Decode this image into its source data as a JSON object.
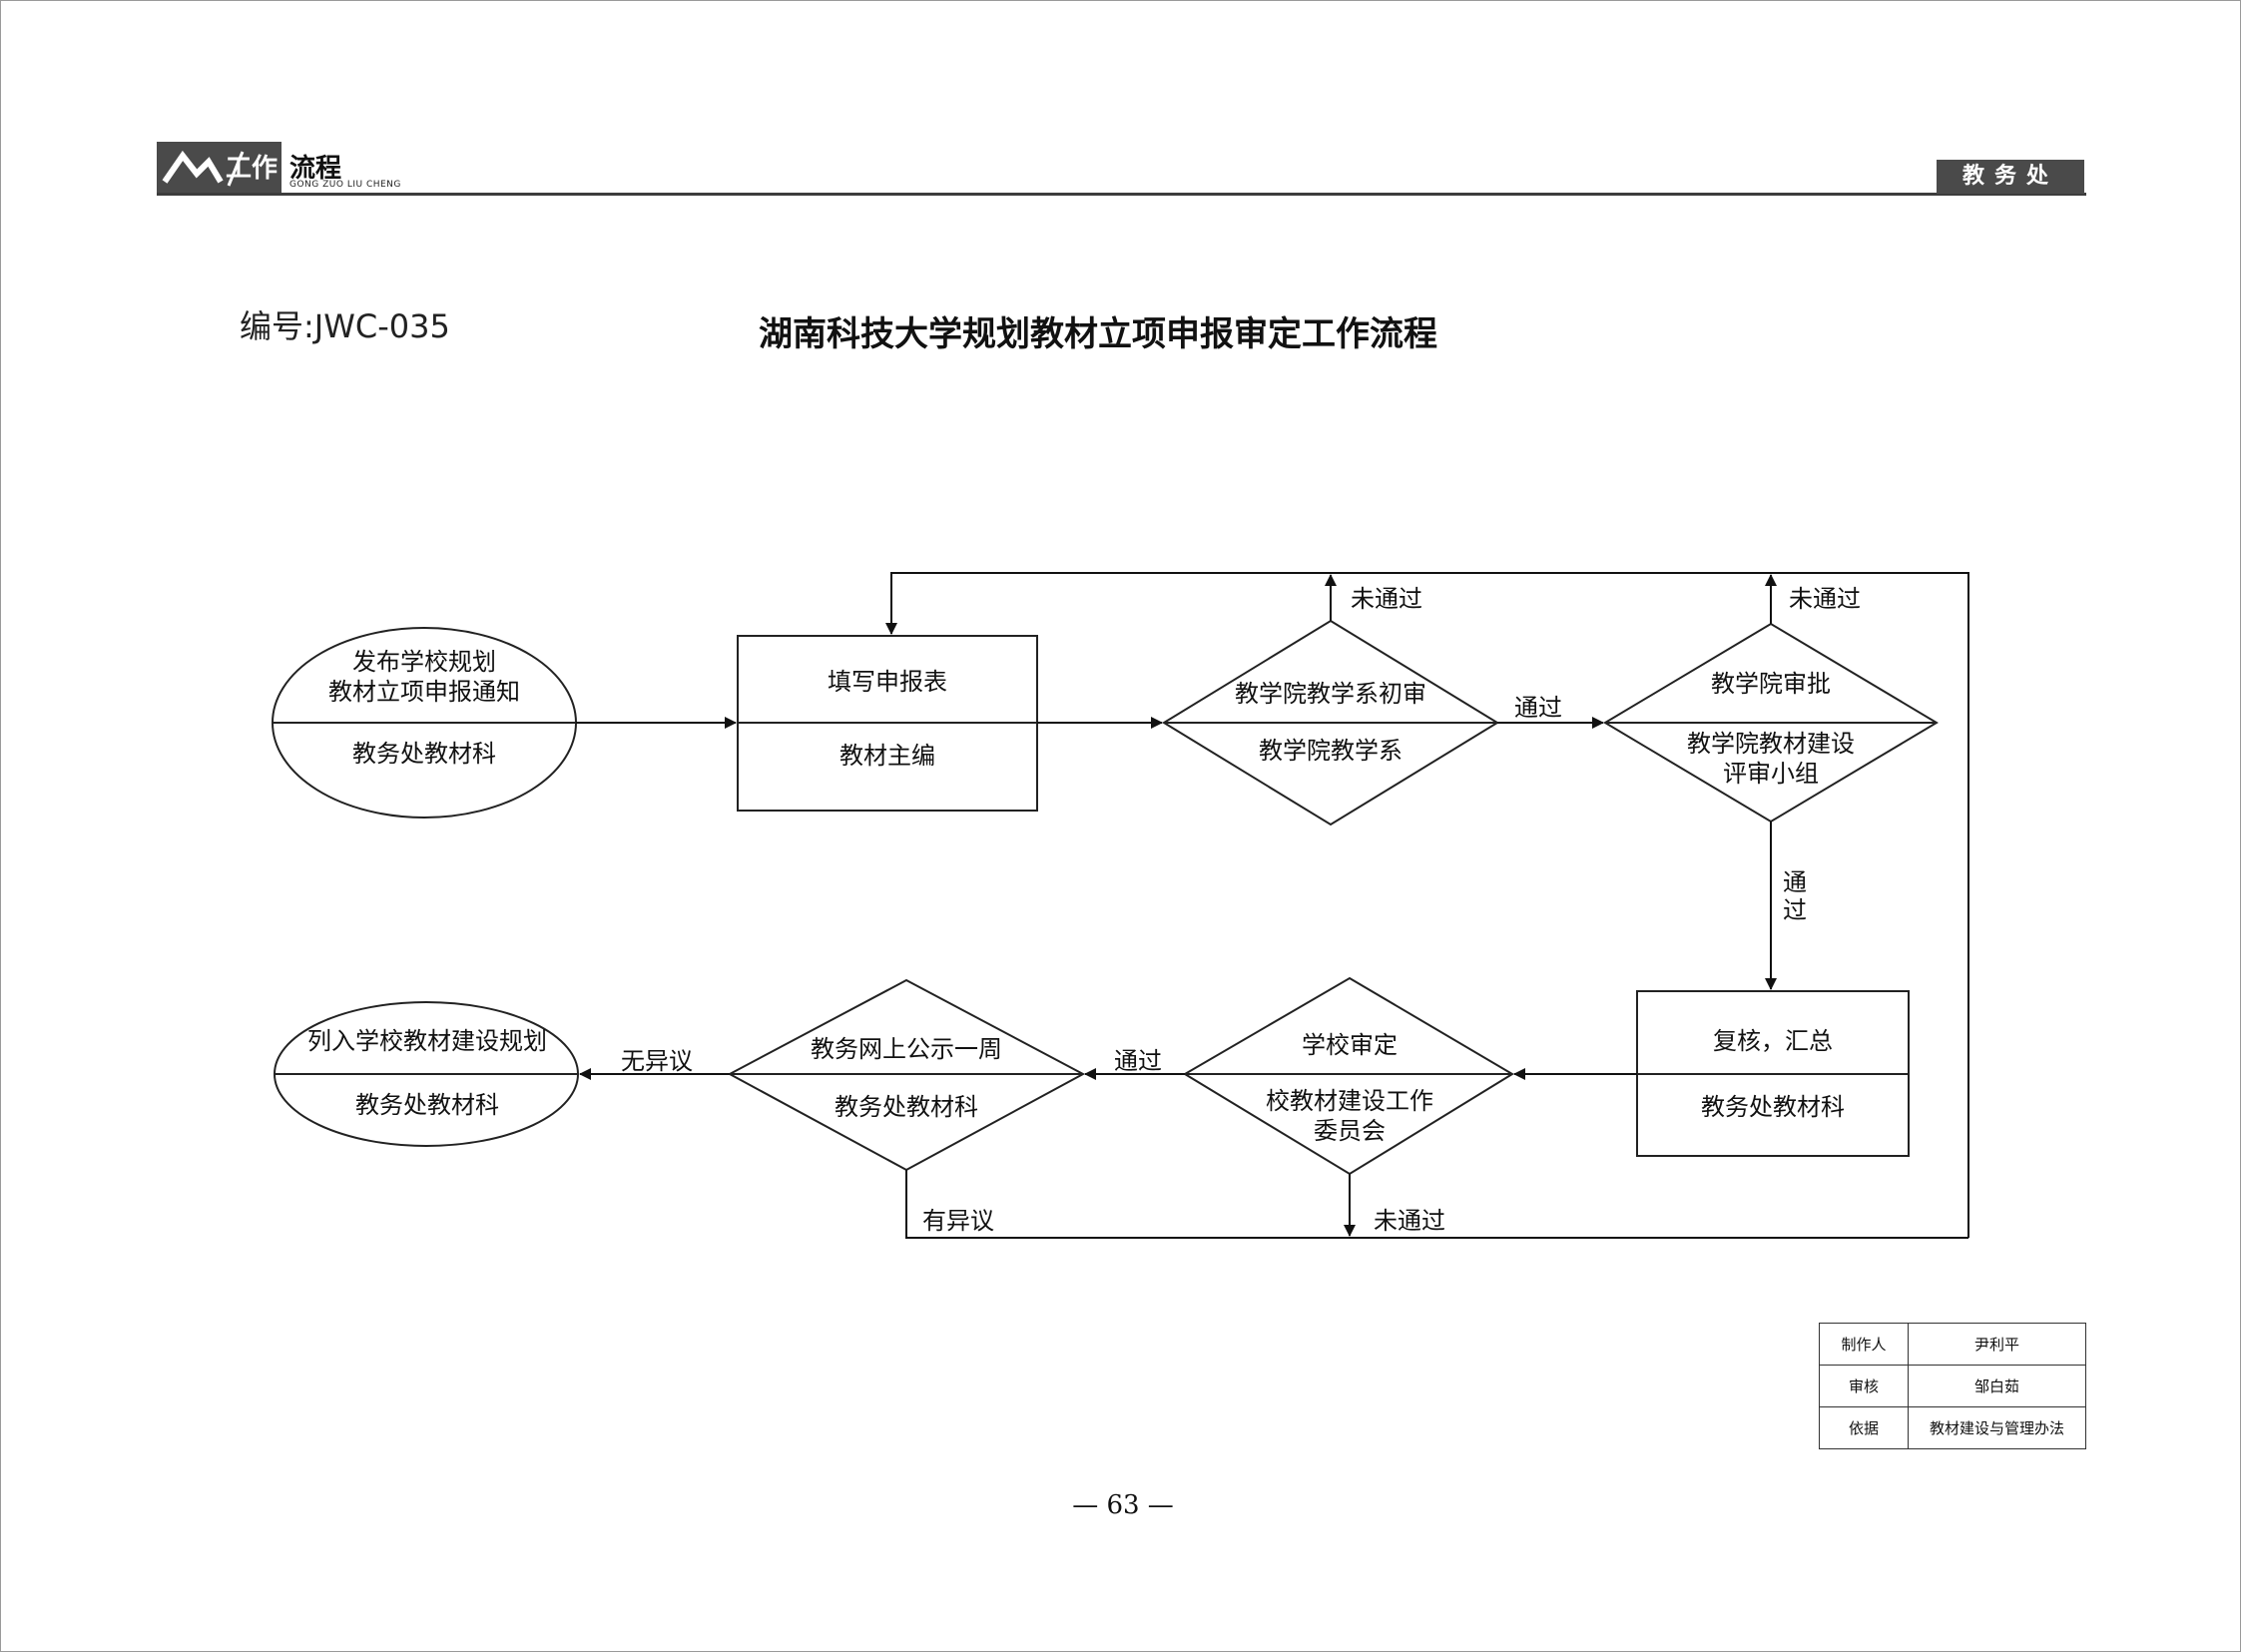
{
  "header": {
    "logo_main": "工作",
    "logo_suffix": "流程",
    "logo_sub": "GONG ZUO LIU CHENG",
    "department": "教务处"
  },
  "doc": {
    "number": "编号:JWC-035",
    "title": "湖南科技大学规划教材立项申报审定工作流程"
  },
  "nodes": {
    "start": {
      "line1": "发布学校规划",
      "line2": "教材立项申报通知",
      "owner": "教务处教材科"
    },
    "fill_form": {
      "title": "填写申报表",
      "owner": "教材主编"
    },
    "dept_review": {
      "title": "教学院教学系初审",
      "owner": "教学院教学系"
    },
    "college_approve": {
      "title": "教学院审批",
      "owner_line1": "教学院教材建设",
      "owner_line2": "评审小组"
    },
    "recheck": {
      "title": "复核，汇总",
      "owner": "教务处教材科"
    },
    "school_review": {
      "title": "学校审定",
      "owner_line1": "校教材建设工作",
      "owner_line2": "委员会"
    },
    "publicity": {
      "title": "教务网上公示一周",
      "owner": "教务处教材科"
    },
    "end": {
      "title": "列入学校教材建设规划",
      "owner": "教务处教材科"
    }
  },
  "edges": {
    "pass_1": "通过",
    "fail_1": "未通过",
    "fail_2": "未通过",
    "pass_2_line1": "通",
    "pass_2_line2": "过",
    "pass_3": "通过",
    "fail_3": "未通过",
    "no_objection": "无异议",
    "objection": "有异议"
  },
  "signoff": {
    "rows": [
      {
        "label": "制作人",
        "value": "尹利平"
      },
      {
        "label": "审核",
        "value": "邹白茹"
      },
      {
        "label": "依据",
        "value": "教材建设与管理办法"
      }
    ]
  },
  "footer": {
    "page": "— 63 —"
  }
}
